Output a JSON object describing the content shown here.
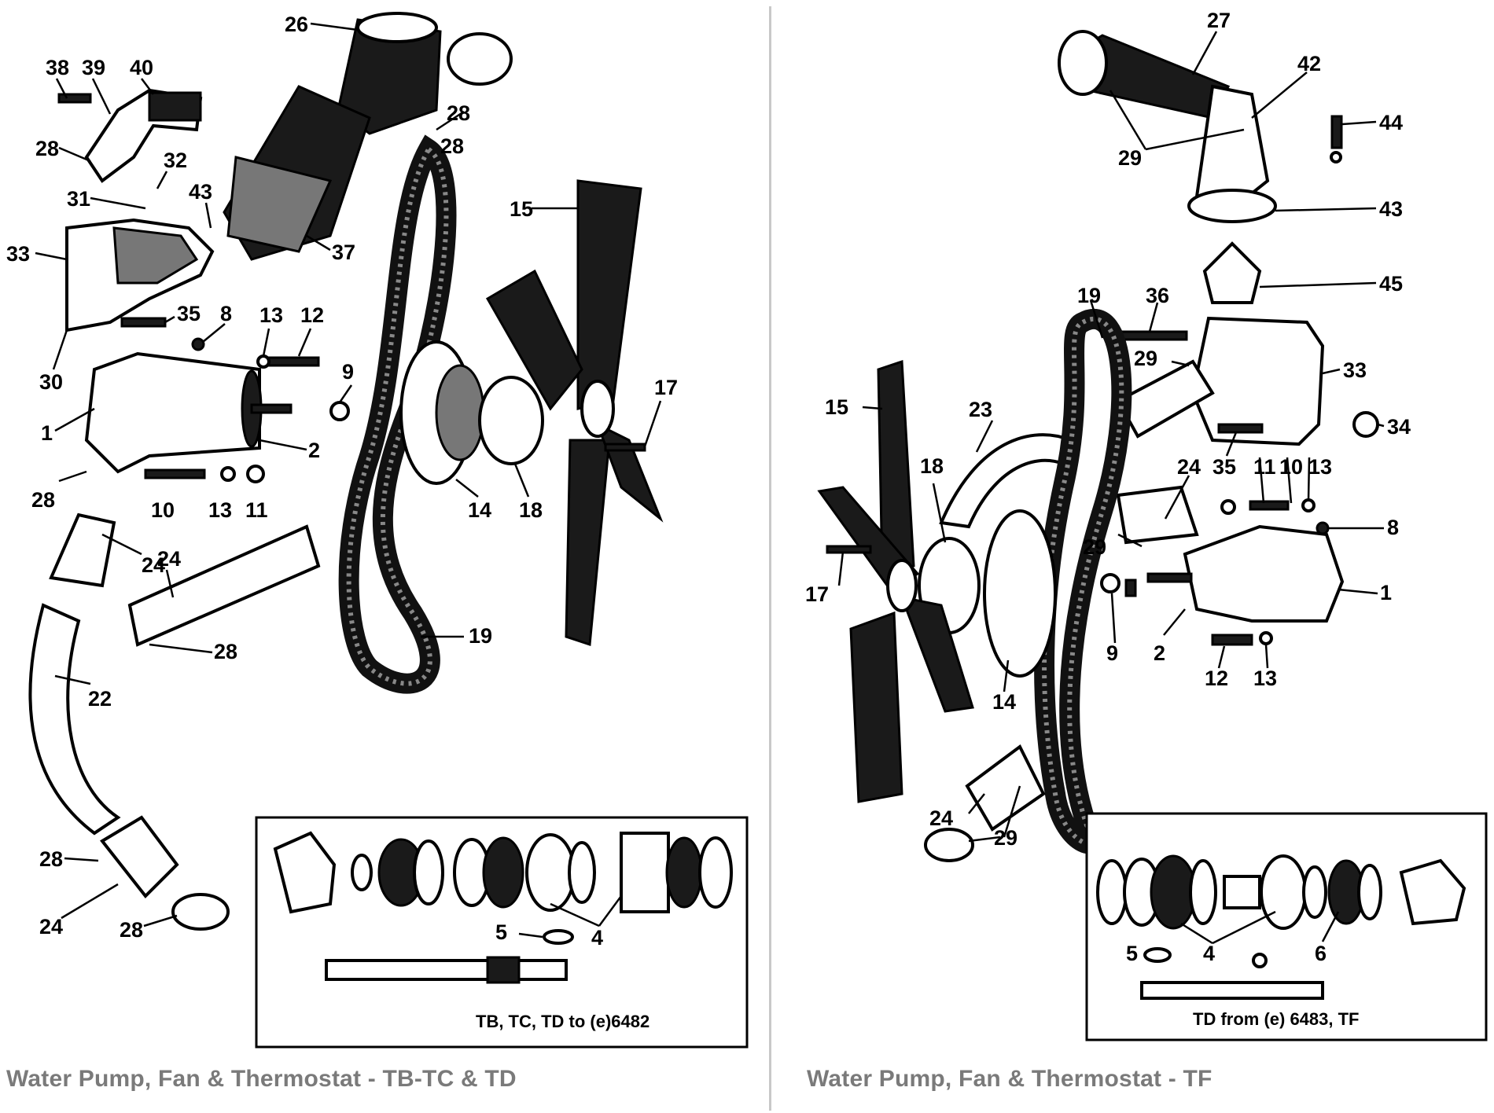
{
  "left": {
    "caption": "Water Pump, Fan & Thermostat - TB-TC & TD",
    "inset_label": "TB, TC, TD to (e)6482",
    "callouts": [
      "26",
      "28",
      "38",
      "39",
      "40",
      "28",
      "32",
      "31",
      "43",
      "37",
      "28",
      "15",
      "33",
      "35",
      "8",
      "13",
      "12",
      "30",
      "9",
      "17",
      "1",
      "2",
      "10",
      "13",
      "11",
      "14",
      "18",
      "28",
      "24",
      "24",
      "28",
      "22",
      "19",
      "28",
      "24",
      "28",
      "5",
      "4"
    ]
  },
  "right": {
    "caption": "Water Pump, Fan & Thermostat - TF",
    "inset_label": "TD from (e) 6483, TF",
    "callouts": [
      "27",
      "42",
      "44",
      "29",
      "43",
      "45",
      "19",
      "36",
      "29",
      "33",
      "34",
      "15",
      "23",
      "18",
      "35",
      "11",
      "10",
      "13",
      "24",
      "8",
      "29",
      "17",
      "1",
      "9",
      "2",
      "12",
      "13",
      "14",
      "24",
      "29",
      "5",
      "4",
      "6"
    ]
  }
}
